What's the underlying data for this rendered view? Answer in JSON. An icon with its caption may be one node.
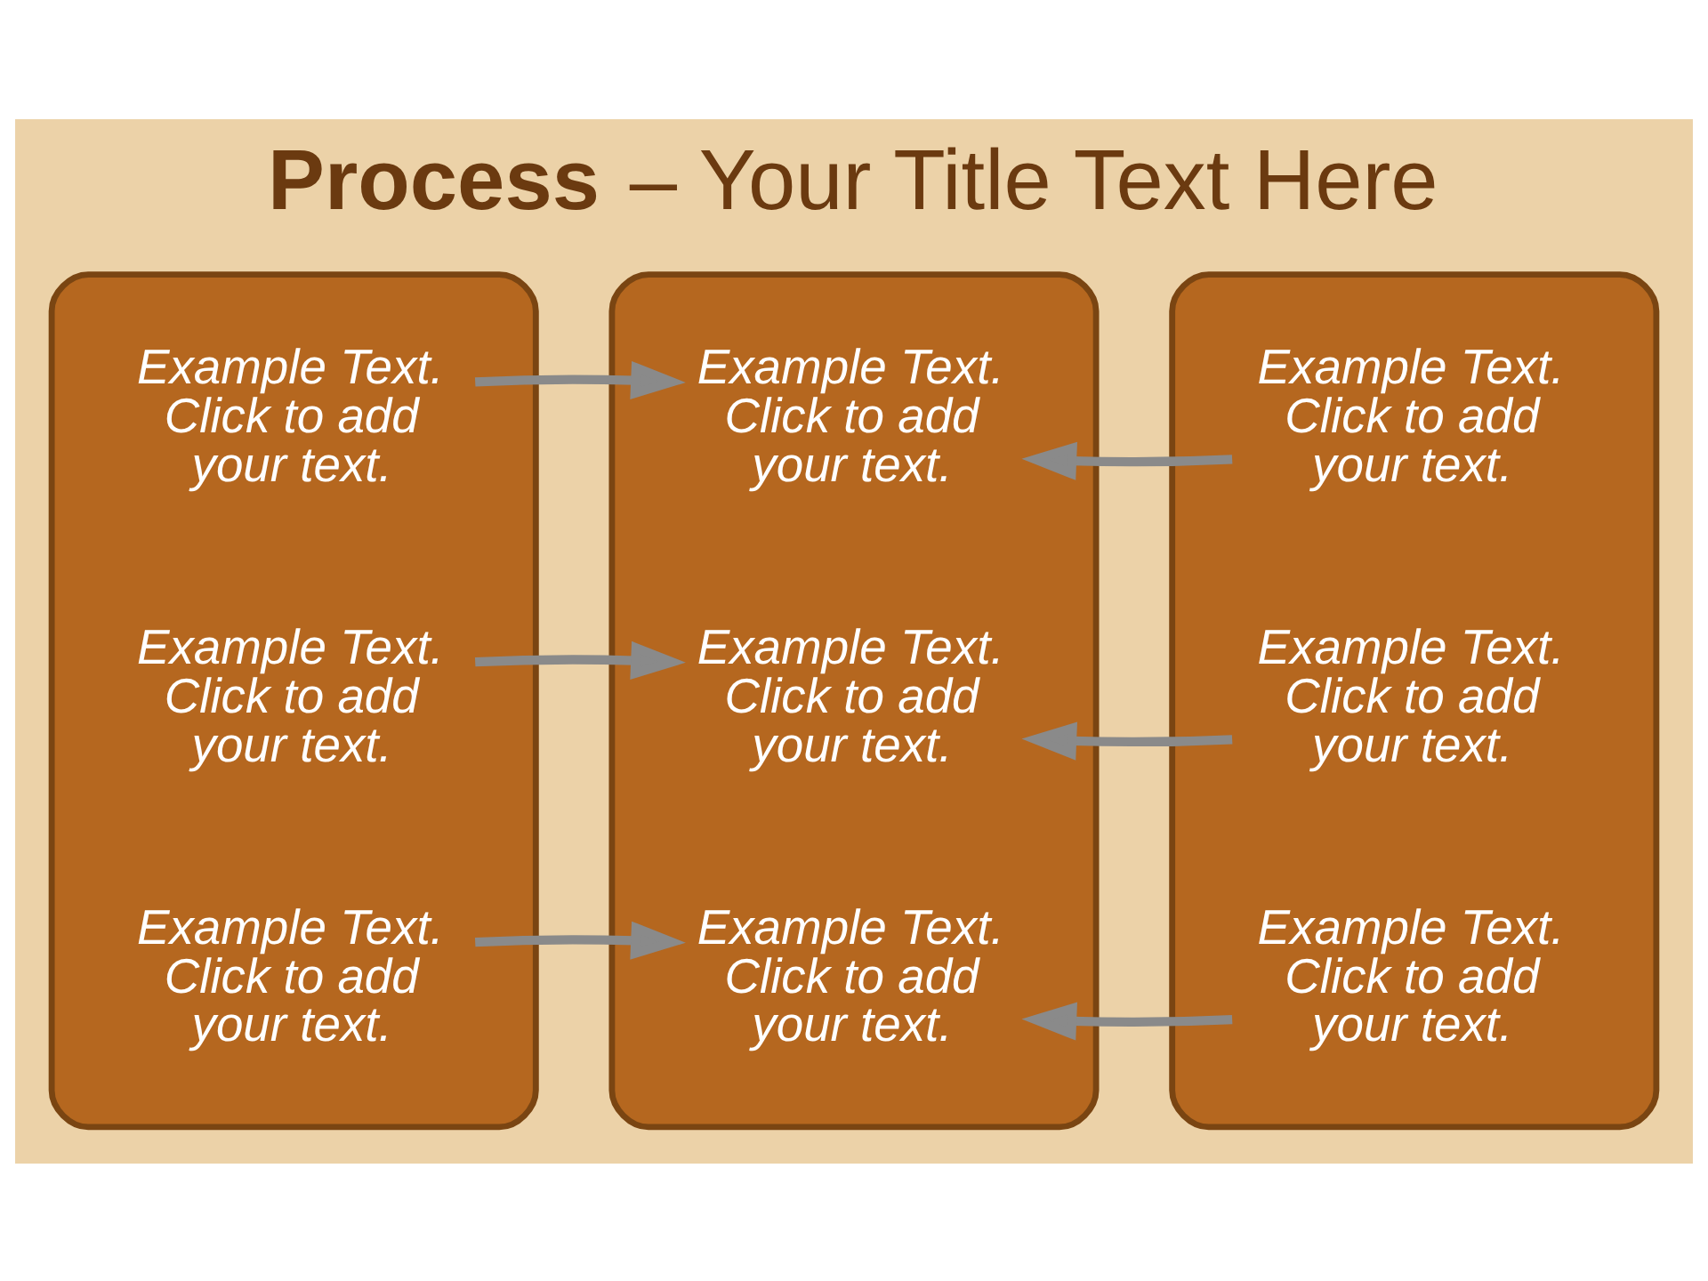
{
  "diagram": {
    "title": "**Process** – Your Title Text Here",
    "nodes": [
      {
        "text": [],
        "shape": "box"
      },
      {
        "text": [
          "Example Text. Click to add your text."
        ],
        "in": 0
      },
      {
        "text": [
          "Example Text. Click to add your text."
        ],
        "in": 0
      },
      {
        "text": [
          "Example Text. Click to add your text."
        ],
        "in": 0
      },
      {
        "text": [],
        "shape": "box"
      },
      {
        "text": [
          "Example Text. Click to add your text."
        ],
        "in": 4
      },
      {
        "text": [
          "Example Text. Click to add your text."
        ],
        "in": 4
      },
      {
        "text": [
          "Example Text. Click to add your text."
        ],
        "in": 4
      },
      {
        "text": [],
        "shape": "box"
      },
      {
        "text": [
          "Example Text. Click to add your text."
        ],
        "in": 8
      },
      {
        "text": [
          "Example Text. Click to add your text."
        ],
        "in": 8
      },
      {
        "text": [
          "Example Text. Click to add your text."
        ],
        "in": 8
      }
    ],
    "edges": [
      {
        "from": 1,
        "to": 5,
        "arrow": "to"
      },
      {
        "from": 2,
        "to": 6,
        "arrow": "to"
      },
      {
        "from": 3,
        "to": 7,
        "arrow": "to"
      },
      {
        "from": 9,
        "to": 5,
        "arrow": "to"
      },
      {
        "from": 10,
        "to": 6,
        "arrow": "to"
      },
      {
        "from": 11,
        "to": 7,
        "arrow": "to"
      }
    ]
  }
}
